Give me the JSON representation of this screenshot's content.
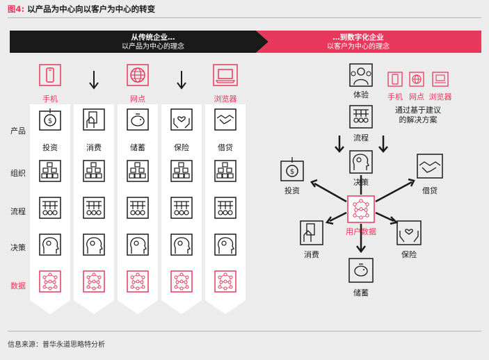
{
  "figure": {
    "title_prefix": "图4:",
    "title_text": "以产品为中心向以客户为中心的转变"
  },
  "banner": {
    "left_title": "从传统企业…",
    "left_subtitle": "以产品为中心的理念",
    "right_title": "…到数字化企业",
    "right_subtitle": "以客户为中心的理念"
  },
  "rows": [
    "产品",
    "组织",
    "流程",
    "决策",
    "数据"
  ],
  "channels": [
    "手机",
    "网点",
    "浏览器"
  ],
  "products": [
    "投资",
    "消费",
    "储蓄",
    "保险",
    "借贷"
  ],
  "right": {
    "experience": "体验",
    "channels": [
      "手机",
      "网点",
      "浏览器"
    ],
    "solution_note": "通过基于建议\n的解决方案",
    "process": "流程",
    "decision": "决策",
    "center": "用户数据",
    "products": [
      "投资",
      "借贷",
      "消费",
      "保险",
      "储蓄"
    ]
  },
  "colors": {
    "accent": "#e8385b",
    "dark": "#1a1a1a",
    "background": "#ececec"
  },
  "source": "信息来源：普华永道思略特分析"
}
